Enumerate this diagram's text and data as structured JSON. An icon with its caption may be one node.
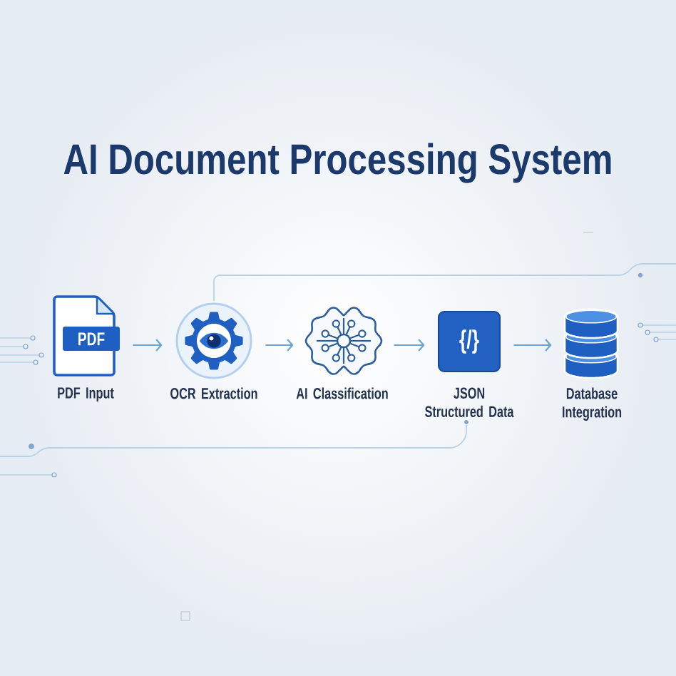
{
  "diagram": {
    "title": "AI Document Processing System",
    "nodes": [
      {
        "text": [
          "PDF",
          "PDF Input"
        ]
      },
      {
        "text": [
          "OCR Extraction"
        ]
      },
      {
        "text": [
          "AI Classification"
        ]
      },
      {
        "text": [
          "{/}",
          "JSON Structured Data"
        ]
      },
      {
        "text": [
          "Database Integration"
        ]
      }
    ],
    "edges": [
      {
        "from": 0,
        "to": 1,
        "arrow": "to"
      },
      {
        "from": 1,
        "to": 2,
        "arrow": "to"
      },
      {
        "from": 2,
        "to": 3,
        "arrow": "to"
      },
      {
        "from": 3,
        "to": 4,
        "arrow": "to"
      }
    ]
  }
}
